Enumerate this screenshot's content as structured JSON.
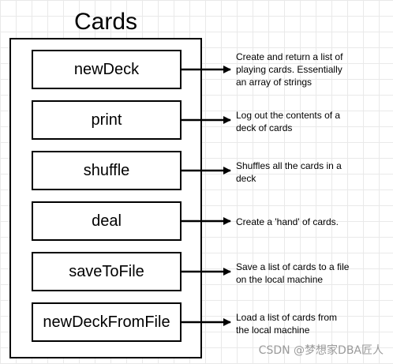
{
  "title": "Cards",
  "methods": [
    {
      "name": "newDeck",
      "description": "Create and return a list of\nplaying cards.  Essentially\nan array of strings"
    },
    {
      "name": "print",
      "description": "Log out the contents of a\ndeck of cards"
    },
    {
      "name": "shuffle",
      "description": "Shuffles all the cards in a\ndeck"
    },
    {
      "name": "deal",
      "description": "Create a 'hand' of cards."
    },
    {
      "name": "saveToFile",
      "description": "Save a list of cards to a file\non the local machine"
    },
    {
      "name": "newDeckFromFile",
      "description": "Load a list of cards from\nthe local machine"
    }
  ],
  "watermark": "CSDN @梦想家DBA匠人"
}
